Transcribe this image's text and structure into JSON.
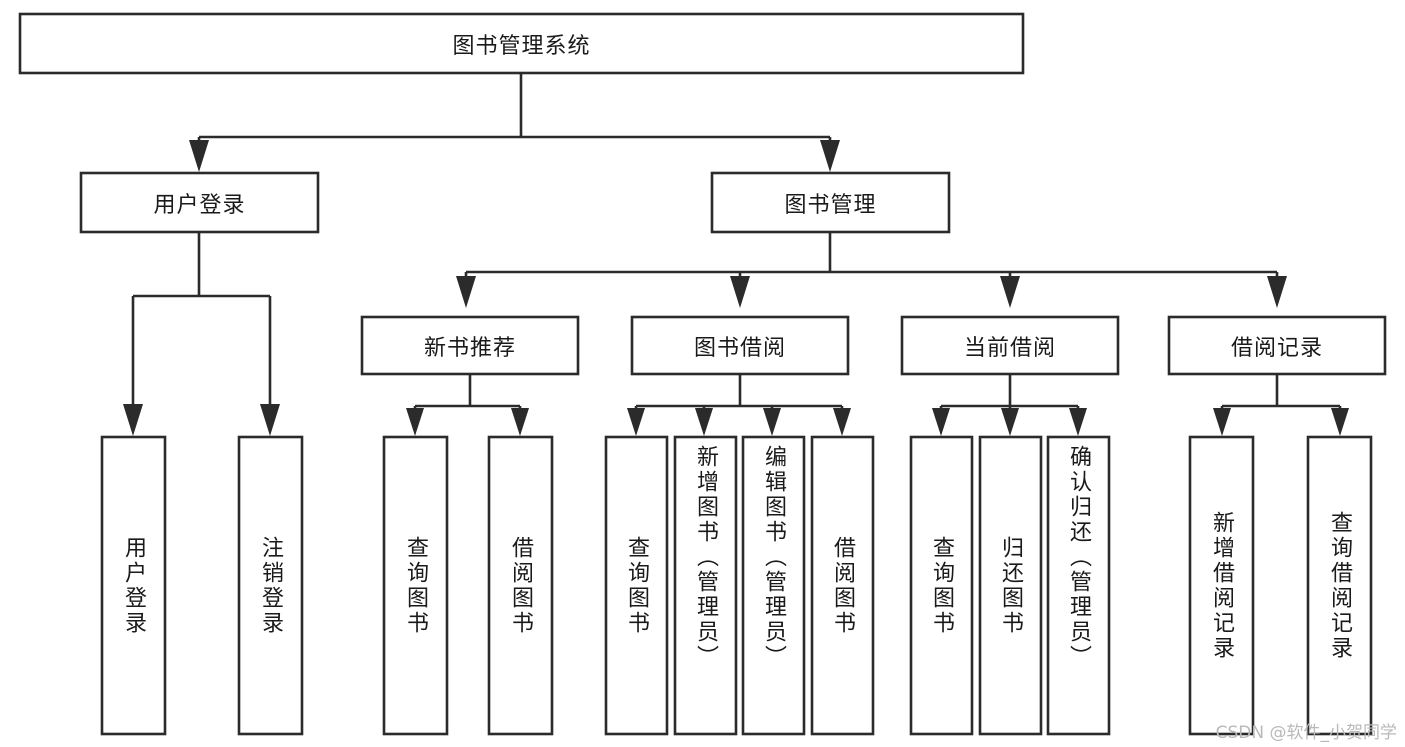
{
  "diagram": {
    "title": "图书管理系统",
    "type": "functional-structure-tree",
    "orientation": "top-down",
    "watermark": "CSDN @软件_小贺同学",
    "colors": {
      "background": "#ffffff",
      "box_fill": "#ffffff",
      "box_stroke": "#2b2b2b",
      "text": "#1a1a1a",
      "watermark": "#b9b9b9"
    },
    "nodes": {
      "root": {
        "label": "图书管理系统",
        "level": 0,
        "orientation": "horizontal"
      },
      "l1": [
        {
          "id": "user-login",
          "label": "用户登录",
          "level": 1,
          "orientation": "horizontal"
        },
        {
          "id": "book-manage",
          "label": "图书管理",
          "level": 1,
          "orientation": "horizontal"
        }
      ],
      "l2": [
        {
          "id": "new-book-recommend",
          "label": "新书推荐",
          "level": 2,
          "orientation": "horizontal"
        },
        {
          "id": "book-borrow",
          "label": "图书借阅",
          "level": 2,
          "orientation": "horizontal"
        },
        {
          "id": "current-borrow",
          "label": "当前借阅",
          "level": 2,
          "orientation": "horizontal"
        },
        {
          "id": "borrow-record",
          "label": "借阅记录",
          "level": 2,
          "orientation": "horizontal"
        }
      ],
      "leaves": [
        {
          "id": "leaf-user-login",
          "label": "用户登录",
          "parent": "user-login",
          "orientation": "vertical"
        },
        {
          "id": "leaf-user-logout",
          "label": "注销登录",
          "parent": "user-login",
          "orientation": "vertical"
        },
        {
          "id": "leaf-query-book-1",
          "label": "查询图书",
          "parent": "new-book-recommend",
          "orientation": "vertical"
        },
        {
          "id": "leaf-borrow-book-1",
          "label": "借阅图书",
          "parent": "new-book-recommend",
          "orientation": "vertical"
        },
        {
          "id": "leaf-query-book-2",
          "label": "查询图书",
          "parent": "book-borrow",
          "orientation": "vertical"
        },
        {
          "id": "leaf-add-book",
          "label": "新增图书（管理员）",
          "parent": "book-borrow",
          "orientation": "vertical"
        },
        {
          "id": "leaf-edit-book",
          "label": "编辑图书（管理员）",
          "parent": "book-borrow",
          "orientation": "vertical"
        },
        {
          "id": "leaf-borrow-book-2",
          "label": "借阅图书",
          "parent": "book-borrow",
          "orientation": "vertical"
        },
        {
          "id": "leaf-query-book-3",
          "label": "查询图书",
          "parent": "current-borrow",
          "orientation": "vertical"
        },
        {
          "id": "leaf-return-book",
          "label": "归还图书",
          "parent": "current-borrow",
          "orientation": "vertical"
        },
        {
          "id": "leaf-confirm-return",
          "label": "确认归还（管理员）",
          "parent": "current-borrow",
          "orientation": "vertical"
        },
        {
          "id": "leaf-add-record",
          "label": "新增借阅记录",
          "parent": "borrow-record",
          "orientation": "vertical"
        },
        {
          "id": "leaf-query-record",
          "label": "查询借阅记录",
          "parent": "borrow-record",
          "orientation": "vertical"
        }
      ]
    },
    "edges": [
      {
        "from": "图书管理系统",
        "to": "用户登录"
      },
      {
        "from": "图书管理系统",
        "to": "图书管理"
      },
      {
        "from": "用户登录",
        "to": "用户登录"
      },
      {
        "from": "用户登录",
        "to": "注销登录"
      },
      {
        "from": "图书管理",
        "to": "新书推荐"
      },
      {
        "from": "图书管理",
        "to": "图书借阅"
      },
      {
        "from": "图书管理",
        "to": "当前借阅"
      },
      {
        "from": "图书管理",
        "to": "借阅记录"
      },
      {
        "from": "新书推荐",
        "to": "查询图书"
      },
      {
        "from": "新书推荐",
        "to": "借阅图书"
      },
      {
        "from": "图书借阅",
        "to": "查询图书"
      },
      {
        "from": "图书借阅",
        "to": "新增图书（管理员）"
      },
      {
        "from": "图书借阅",
        "to": "编辑图书（管理员）"
      },
      {
        "from": "图书借阅",
        "to": "借阅图书"
      },
      {
        "from": "当前借阅",
        "to": "查询图书"
      },
      {
        "from": "当前借阅",
        "to": "归还图书"
      },
      {
        "from": "当前借阅",
        "to": "确认归还（管理员）"
      },
      {
        "from": "借阅记录",
        "to": "新增借阅记录"
      },
      {
        "from": "借阅记录",
        "to": "查询借阅记录"
      }
    ]
  }
}
